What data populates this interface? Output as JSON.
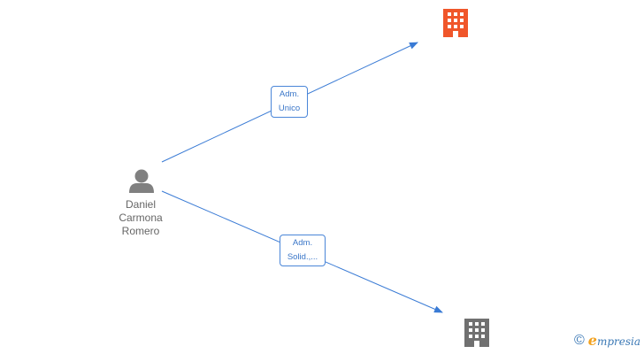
{
  "person": {
    "name_line1": "Daniel",
    "name_line2": "Carmona",
    "name_line3": "Romero",
    "icon": "person-icon",
    "color": "#808080"
  },
  "companies": [
    {
      "icon": "building-icon",
      "color": "#f0562a"
    },
    {
      "icon": "building-icon",
      "color": "#707070"
    }
  ],
  "relations": [
    {
      "line1": "Adm.",
      "line2": "Unico"
    },
    {
      "line1": "Adm.",
      "line2": "Solid.,..."
    }
  ],
  "edge_color": "#3a7bd5",
  "watermark": {
    "symbol": "©",
    "brand_initial": "e",
    "brand_rest": "mpresia"
  }
}
